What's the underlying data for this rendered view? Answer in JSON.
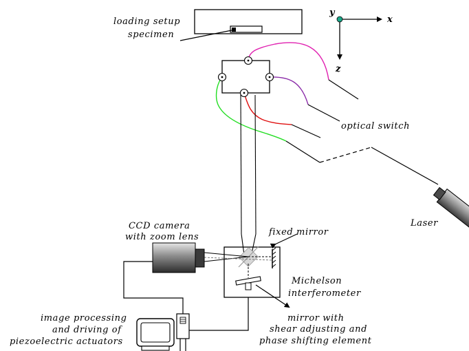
{
  "labels": {
    "loading_setup": "loading setup",
    "specimen": "specimen",
    "optical_switch": "optical switch",
    "laser": "Laser",
    "ccd_camera_line1": "CCD camera",
    "ccd_camera_line2": "with zoom lens",
    "fixed_mirror": "fixed mirror",
    "michelson_line1": "Michelson",
    "michelson_line2": "interferometer",
    "image_processing_line1": "image processing",
    "image_processing_line2": "and driving of",
    "image_processing_line3": "piezoelectric actuators",
    "mirror_with_line1": "mirror with",
    "mirror_with_line2": "shear adjusting and",
    "mirror_with_line3": "phase shifting element"
  },
  "axes": {
    "x": "x",
    "y": "y",
    "z": "z"
  },
  "colors": {
    "fiber_magenta": "#e020b0",
    "fiber_purple": "#8a2aa8",
    "fiber_red": "#e01010",
    "fiber_green": "#22dd22",
    "axis_origin": "#1aa88a",
    "ink": "#000000"
  }
}
